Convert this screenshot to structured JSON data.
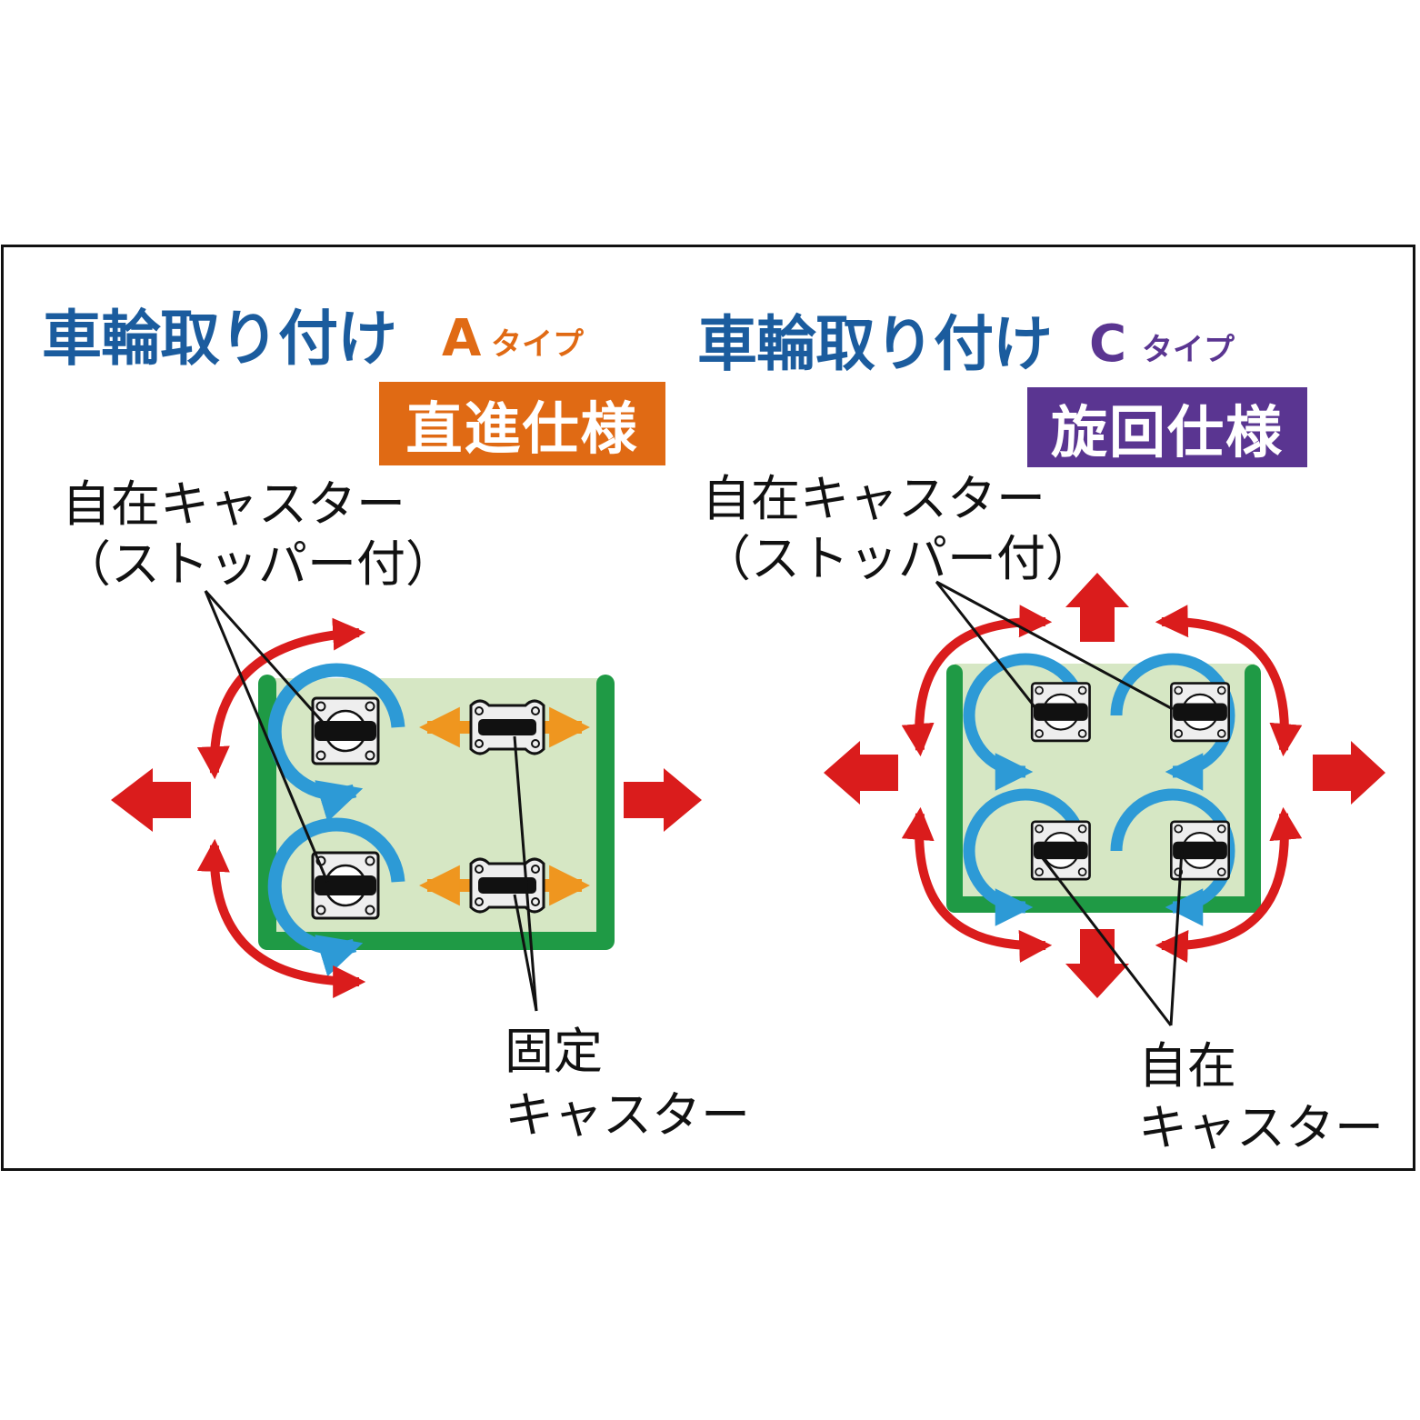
{
  "colors": {
    "heading": "#1b5c9e",
    "a_type": "#e06a14",
    "c_type": "#5a3591",
    "red_arrow": "#da1c1c",
    "blue_arrow": "#2d9ad6",
    "orange_arrow": "#ef961f",
    "cart_frame": "#1f9a45",
    "cart_bed": "#d6e7c4"
  },
  "left": {
    "heading": "車輪取り付け",
    "type_letter": "A",
    "type_suffix": "タイプ",
    "badge": "直進仕様",
    "swivel_label": [
      "自在キャスター",
      "（ストッパー付）"
    ],
    "fixed_label": [
      "固定",
      "キャスター"
    ]
  },
  "right": {
    "heading": "車輪取り付け",
    "type_letter": "C",
    "type_suffix": "タイプ",
    "badge": "旋回仕様",
    "swivel_stopper_label": [
      "自在キャスター",
      "（ストッパー付）"
    ],
    "swivel_label": [
      "自在",
      "キャスター"
    ]
  },
  "icons": [
    "red-move-arrow-icon",
    "blue-rotate-arrow-icon",
    "orange-straight-arrow-icon",
    "swivel-caster-icon",
    "fixed-caster-icon"
  ]
}
